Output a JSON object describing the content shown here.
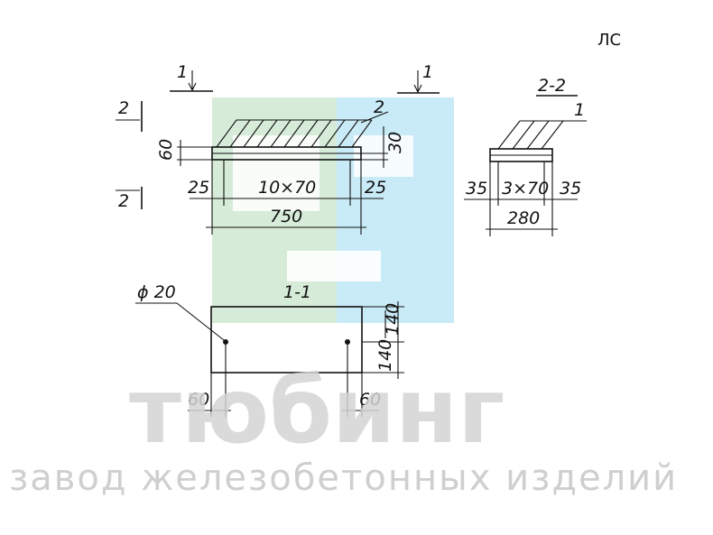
{
  "corner_mark": "ЛС",
  "watermark": {
    "brand": "тюбинг",
    "tagline": "завод железобетонных изделий",
    "colors": {
      "green": "#d6ecd8",
      "blue": "#c9ebf7",
      "gray": "#d4d4d4"
    }
  },
  "plan": {
    "section_mark_top": "1",
    "section_mark_side": "2",
    "bar_callout": "2",
    "height_dim": "60",
    "slab_dim": "30",
    "edge_left": "25",
    "spacing": "10×70",
    "edge_right": "25",
    "total_length": "750"
  },
  "section_2_2": {
    "title": "2-2",
    "bar_callout": "1",
    "edge_left": "35",
    "spacing": "3×70",
    "edge_right": "35",
    "total_width": "280"
  },
  "section_1_1": {
    "title": "1-1",
    "hole_diameter": "ϕ 20",
    "dim_top": "140",
    "dim_bottom": "140",
    "offset_left": "60",
    "offset_right": "60"
  }
}
